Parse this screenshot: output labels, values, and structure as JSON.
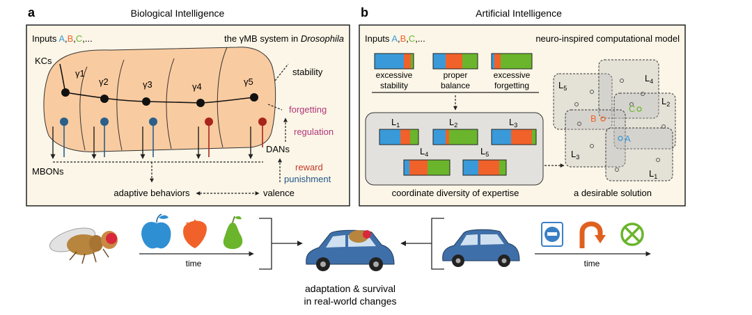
{
  "panel_a": {
    "letter": "a",
    "heading": "Biological Intelligence",
    "inputs_prefix": "Inputs ",
    "inputs": [
      "A",
      "B",
      "C"
    ],
    "inputs_suffix": ",...",
    "system_prefix": "the γMB system in ",
    "system_species": "Drosophila",
    "kcs": "KCs",
    "compartments": [
      "γ1",
      "γ2",
      "γ3",
      "γ4",
      "γ5"
    ],
    "stability": "stability",
    "forgetting": "forgetting",
    "regulation": "regulation",
    "dans": "DANs",
    "reward": "reward",
    "punishment": "punishment",
    "mbons": "MBONs",
    "adaptive": "adaptive behaviors",
    "valence": "valence"
  },
  "panel_b": {
    "letter": "b",
    "heading": "Artificial Intelligence",
    "inputs_prefix": "Inputs ",
    "inputs": [
      "A",
      "B",
      "C"
    ],
    "inputs_suffix": ",...",
    "model": "neuro-inspired computational model",
    "bars": [
      {
        "line1": "excessive",
        "line2": "stability"
      },
      {
        "line1": "proper",
        "line2": "balance"
      },
      {
        "line1": "excessive",
        "line2": "forgetting"
      }
    ],
    "learners": [
      {
        "label": "L",
        "sub": "1"
      },
      {
        "label": "L",
        "sub": "2"
      },
      {
        "label": "L",
        "sub": "3"
      },
      {
        "label": "L",
        "sub": "4"
      },
      {
        "label": "L",
        "sub": "5"
      }
    ],
    "diversity": "coordinate diversity of expertise",
    "regions": [
      {
        "label": "L",
        "sub": "5"
      },
      {
        "label": "L",
        "sub": "4"
      },
      {
        "label": "L",
        "sub": "2"
      },
      {
        "label": "L",
        "sub": "3"
      },
      {
        "label": "L",
        "sub": "1"
      }
    ],
    "points": [
      "B",
      "C",
      "A"
    ],
    "solution": "a desirable solution"
  },
  "bottom": {
    "time_left": "time",
    "time_right": "time",
    "caption_line1": "adaptation & survival",
    "caption_line2": "in real-world changes"
  },
  "colors": {
    "blue": "#3a9ad9",
    "orange": "#f0622a",
    "green": "#6ab52c",
    "panel_bg": "#fbf6e7",
    "mb_fill": "#f9cba0",
    "magenta": "#b0357a",
    "red": "#c03a2b",
    "navy": "#24568a",
    "dan_blue": "#2a5f8a",
    "dan_red": "#a8251c",
    "car": "#3f6fa8"
  }
}
